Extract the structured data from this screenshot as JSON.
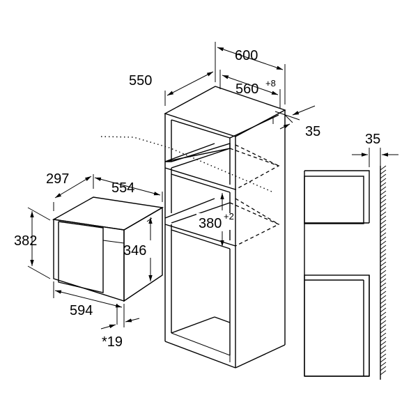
{
  "diagram": {
    "dimensions": {
      "tall_unit_depth": "550",
      "tall_unit_width": "600",
      "niche_width": "560",
      "niche_width_tolerance": "+8",
      "rear_gap": "35",
      "side_gap": "35",
      "niche_height": "380",
      "niche_height_tolerance": "+2",
      "oven_depth": "297",
      "oven_width_top": "554",
      "oven_height": "382",
      "oven_inner_height": "346",
      "oven_front_width": "594",
      "front_offset": "*19"
    }
  }
}
